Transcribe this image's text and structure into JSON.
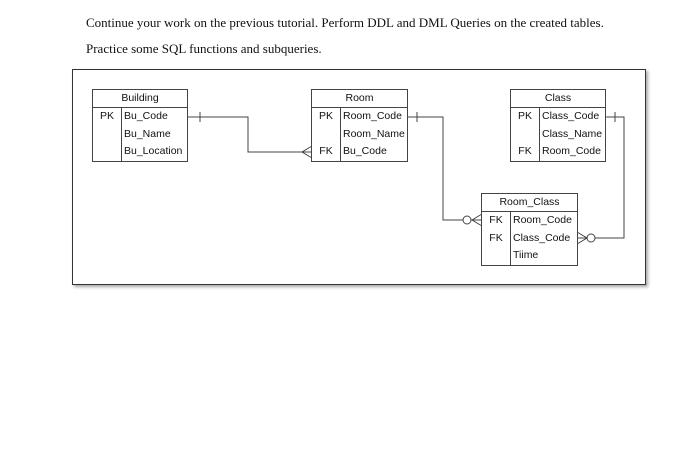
{
  "instructions": {
    "line1": "Continue your work on the previous tutorial. Perform DDL and DML Queries on the created tables.",
    "line2": "Practice some SQL functions and subqueries."
  },
  "diagram": {
    "entities": {
      "building": {
        "name": "Building",
        "rows": [
          {
            "key": "PK",
            "field": "Bu_Code"
          },
          {
            "key": "",
            "field": "Bu_Name"
          },
          {
            "key": "",
            "field": "Bu_Location"
          }
        ]
      },
      "room": {
        "name": "Room",
        "rows": [
          {
            "key": "PK",
            "field": "Room_Code"
          },
          {
            "key": "",
            "field": "Room_Name"
          },
          {
            "key": "FK",
            "field": "Bu_Code"
          }
        ]
      },
      "class": {
        "name": "Class",
        "rows": [
          {
            "key": "PK",
            "field": "Class_Code"
          },
          {
            "key": "",
            "field": "Class_Name"
          },
          {
            "key": "FK",
            "field": "Room_Code"
          }
        ]
      },
      "room_class": {
        "name": "Room_Class",
        "rows": [
          {
            "key": "FK",
            "field": "Room_Code"
          },
          {
            "key": "FK",
            "field": "Class_Code"
          },
          {
            "key": "",
            "field": "Tiime"
          }
        ]
      }
    },
    "relationships": [
      {
        "from": "Building.Bu_Code",
        "from_end": "one",
        "to": "Room.Bu_Code",
        "to_end": "many"
      },
      {
        "from": "Room.Room_Code",
        "from_end": "one",
        "to": "Room_Class.Room_Code",
        "to_end": "zero-or-many"
      },
      {
        "from": "Class.Class_Code",
        "from_end": "one",
        "to": "Room_Class.Class_Code",
        "to_end": "zero-or-many"
      }
    ]
  }
}
